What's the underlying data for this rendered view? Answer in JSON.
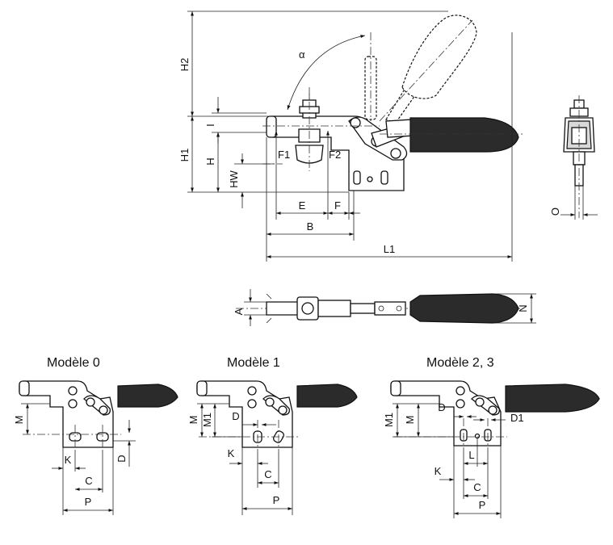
{
  "main_view": {
    "labels": {
      "H2": "H2",
      "H1": "H1",
      "H": "H",
      "HW": "HW",
      "I": "I",
      "alpha": "α",
      "F1": "F1",
      "F2": "F2",
      "E": "E",
      "F": "F",
      "B": "B",
      "L1": "L1"
    }
  },
  "side_view": {
    "labels": {
      "O": "O"
    }
  },
  "top_view": {
    "labels": {
      "A": "A",
      "N": "N"
    }
  },
  "models": [
    {
      "caption": "Modèle 0",
      "labels": {
        "M": "M",
        "K": "K",
        "C": "C",
        "P": "P",
        "D": "D"
      }
    },
    {
      "caption": "Modèle 1",
      "labels": {
        "M": "M",
        "M1": "M1",
        "D": "D",
        "K": "K",
        "C": "C",
        "P": "P"
      }
    },
    {
      "caption": "Modèle 2, 3",
      "labels": {
        "M": "M",
        "M1": "M1",
        "D": "D",
        "D1": "D1",
        "L": "L",
        "K": "K",
        "C": "C",
        "P": "P"
      }
    }
  ]
}
